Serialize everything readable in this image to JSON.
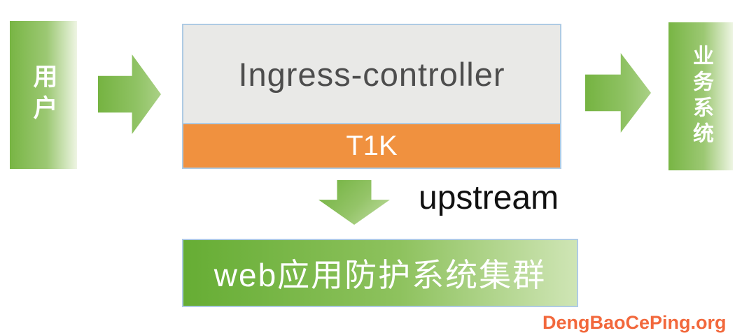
{
  "nodes": {
    "user": {
      "label": "用户"
    },
    "ingress": {
      "label": "Ingress-controller"
    },
    "t1k": {
      "label": "T1K"
    },
    "business": {
      "label": "业务系统"
    },
    "waf": {
      "label": "web应用防护系统集群"
    }
  },
  "labels": {
    "upstream": "upstream",
    "watermark": "DengBaoCePing.org"
  },
  "colors": {
    "green": "#78b544",
    "green_light": "#cfe5b5",
    "orange": "#f0913f",
    "border_blue": "#aecbe4",
    "gray_box": "#e9e9e7",
    "ingress_text": "#4d4d4d",
    "watermark": "#f2683c"
  }
}
